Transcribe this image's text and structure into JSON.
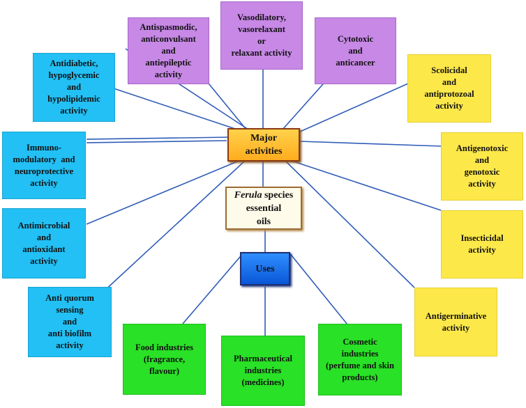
{
  "hub": {
    "major": [
      "Major",
      "activities"
    ],
    "uses": [
      "Uses"
    ]
  },
  "center": {
    "genus": "Ferula",
    "rest": " species",
    "line2": "essential",
    "line3": "oils"
  },
  "activities": {
    "antidiabetic": [
      "Antidiabetic,",
      "hypoglycemic",
      "and",
      "hypolipidemic",
      "activity"
    ],
    "antispasmodic": [
      "Antispasmodic,",
      "anticonvulsant",
      "and",
      "antiepileptic",
      "activity"
    ],
    "vasodilatory": [
      "Vasodilatory,",
      "vasorelaxant",
      "or",
      "relaxant activity"
    ],
    "cytotoxic": [
      "Cytotoxic",
      "and",
      "anticancer"
    ],
    "scolicidal": [
      "Scolicidal",
      "and",
      "antiprotozoal",
      "activity"
    ],
    "immunomodulatory": [
      "Immuno-",
      "modulatory  and",
      "neuroprotective",
      "activity"
    ],
    "antigenotoxic": [
      "Antigenotoxic",
      "and",
      "genotoxic",
      "activity"
    ],
    "antimicrobial": [
      "Antimicrobial",
      "and",
      "antioxidant",
      "activity"
    ],
    "insecticidal": [
      "Insecticidal",
      "activity"
    ],
    "antiquorum": [
      "Anti quorum",
      "sensing",
      "and",
      "anti biofilm",
      "activity"
    ],
    "antigerminative": [
      "Antigerminative",
      "activity"
    ]
  },
  "uses": {
    "food": [
      "Food industries",
      "(fragrance,",
      "flavour)"
    ],
    "pharmaceutical": [
      "Pharmaceutical",
      "industries",
      "(medicines)"
    ],
    "cosmetic": [
      "Cosmetic",
      "industries",
      "(perfume and skin",
      "products)"
    ]
  },
  "colors": {
    "activity_blue": "#22c0f4",
    "activity_purple": "#c788e6",
    "activity_yellow": "#fde84a",
    "use_green": "#29e126",
    "connector": "#2f5cb8",
    "major_hub": "#ffbf2e",
    "uses_hub": "#1a6ef0"
  }
}
